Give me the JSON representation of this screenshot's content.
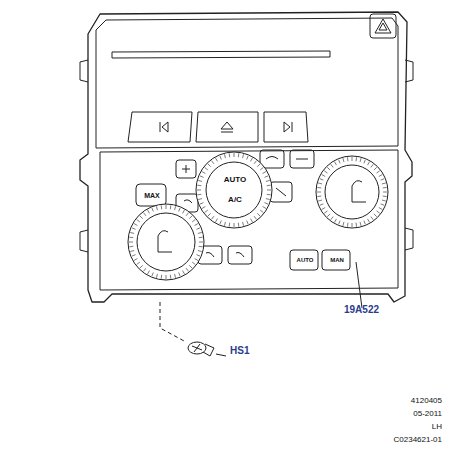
{
  "diagram": {
    "labels": [
      "MAX",
      "AUTO",
      "A/C",
      "AUTO",
      "MAN",
      "19A522",
      "HS1",
      "4120405",
      "05-2011",
      "LH",
      "C0234621-01"
    ]
  }
}
